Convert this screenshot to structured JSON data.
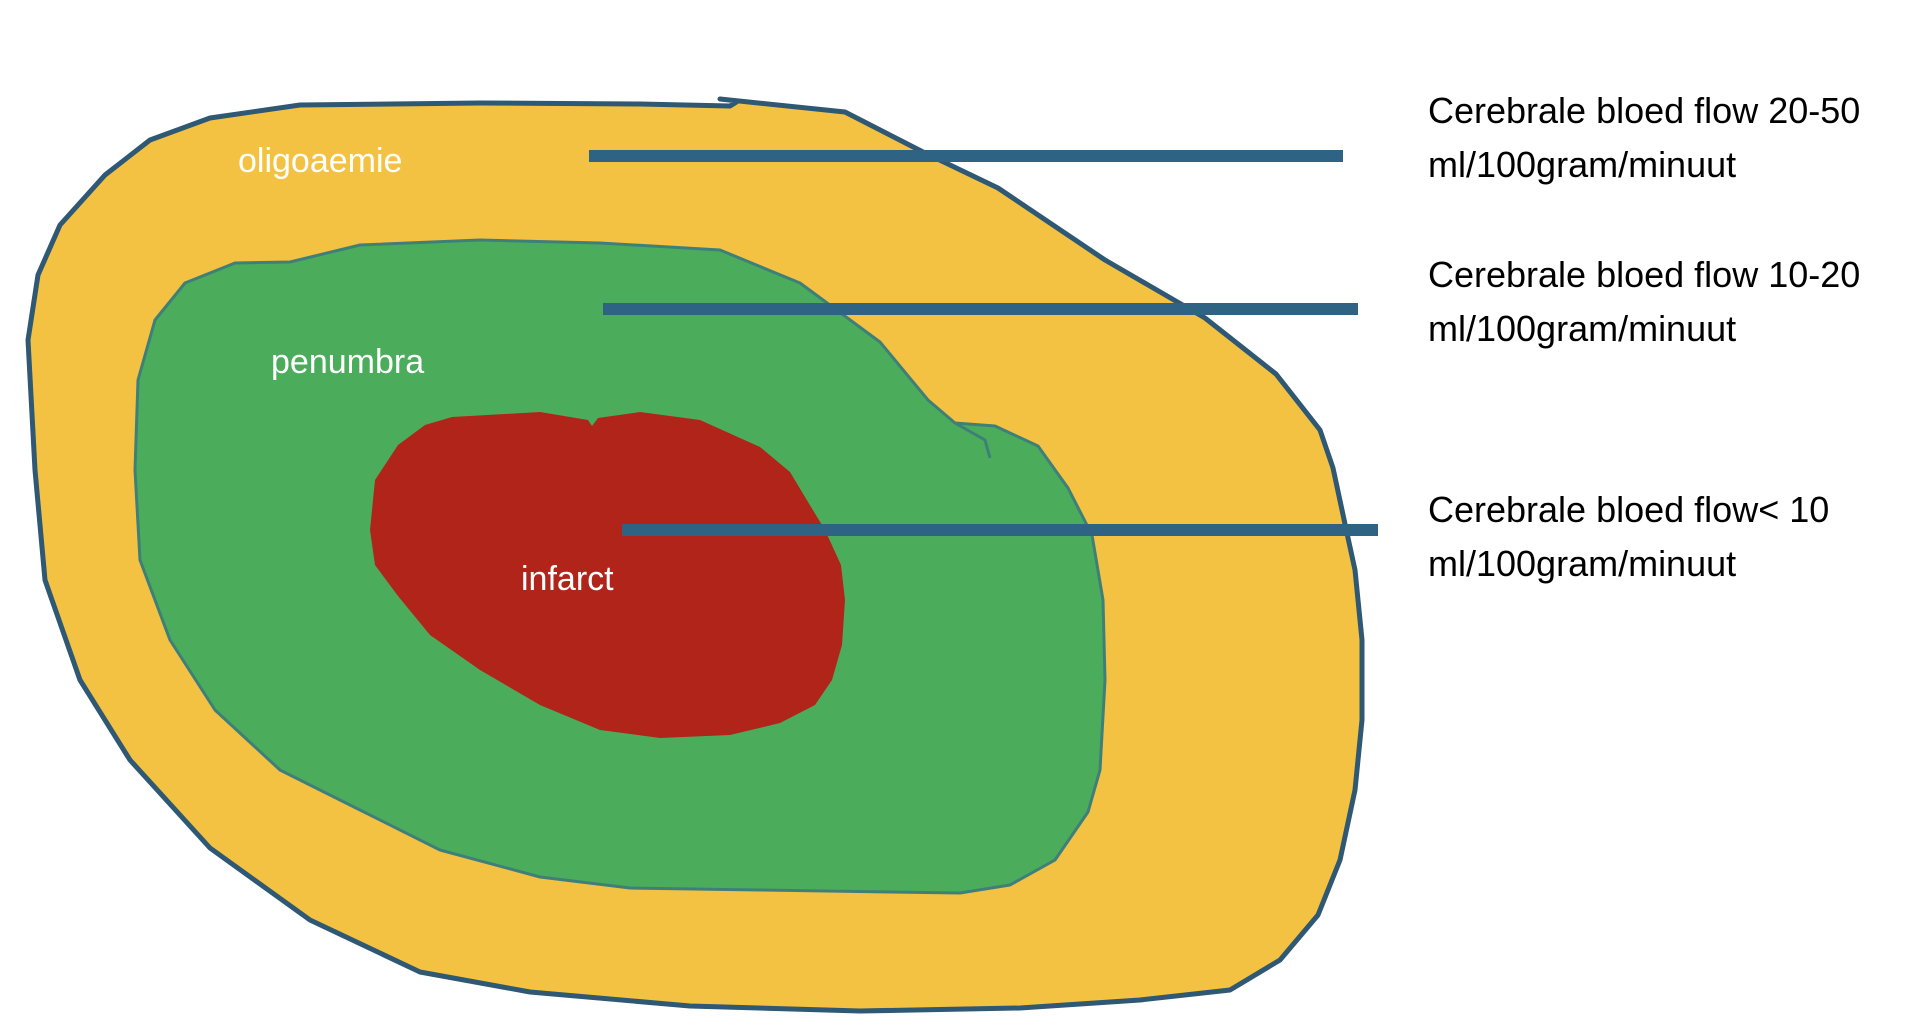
{
  "zones": {
    "outer": {
      "label": "oligoaemie",
      "fill": "#F4C242",
      "stroke": "#2E5873"
    },
    "middle": {
      "label": "penumbra",
      "fill": "#4BAD5B",
      "stroke": "#3F7F7A"
    },
    "inner": {
      "label": "infarct",
      "fill": "#B0241A"
    }
  },
  "leader_color": "#2E6384",
  "flow_labels": [
    {
      "line1": "Cerebrale bloed flow 20-50",
      "line2": "ml/100gram/minuut"
    },
    {
      "line1": "Cerebrale bloed flow 10-20",
      "line2": "ml/100gram/minuut"
    },
    {
      "line1": "Cerebrale bloed flow< 10",
      "line2": "ml/100gram/minuut"
    }
  ]
}
